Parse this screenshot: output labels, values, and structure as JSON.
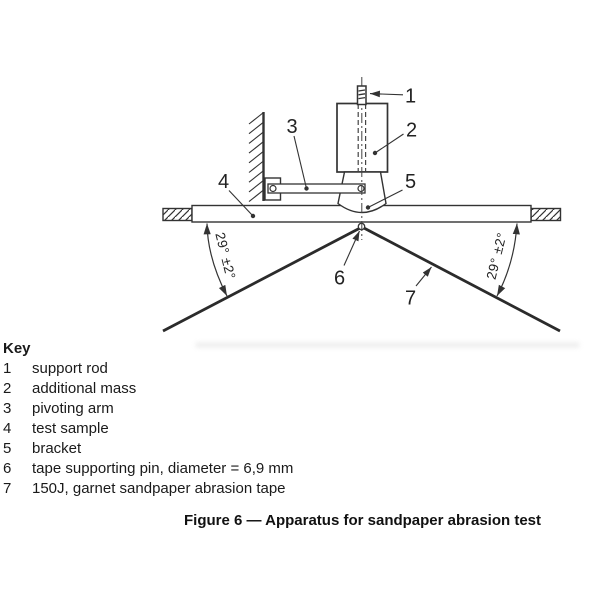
{
  "figure": {
    "caption": "Figure 6 — Apparatus for sandpaper abrasion test"
  },
  "diagram": {
    "part_labels": [
      "1",
      "2",
      "3",
      "4",
      "5",
      "6",
      "7"
    ],
    "angle_left_label": "29° ±2°",
    "angle_right_label": "29° ±2°"
  },
  "key": {
    "heading": "Key",
    "items": [
      {
        "num": "1",
        "text": "support rod"
      },
      {
        "num": "2",
        "text": "additional mass"
      },
      {
        "num": "3",
        "text": "pivoting arm"
      },
      {
        "num": "4",
        "text": "test sample"
      },
      {
        "num": "5",
        "text": "bracket"
      },
      {
        "num": "6",
        "text": "tape supporting pin, diameter = 6,9 mm"
      },
      {
        "num": "7",
        "text": "150J, garnet sandpaper abrasion tape"
      }
    ]
  },
  "colors": {
    "line": "#333333",
    "text": "#1a1a1a",
    "background": "#ffffff"
  }
}
